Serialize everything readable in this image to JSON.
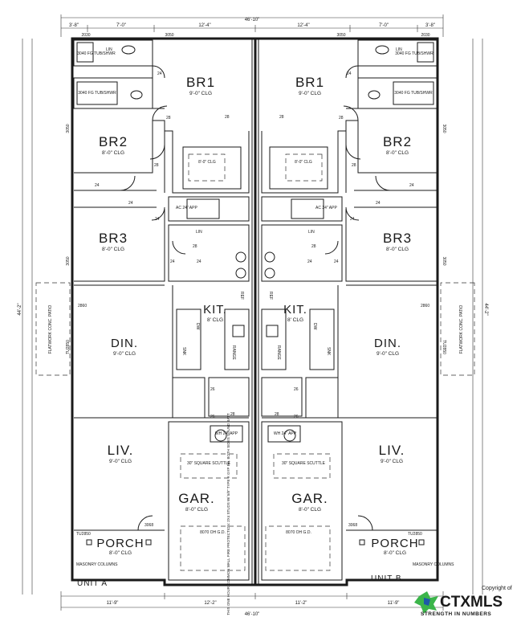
{
  "plan": {
    "overall_width": "46'-10\"",
    "overall_depth_left": "44'-2\"",
    "overall_depth_right": "44'-2\""
  },
  "top_dims": [
    "3'-8\"",
    "7'-0\"",
    "12'-4\"",
    "12'-4\"",
    "7'-0\"",
    "3'-8\""
  ],
  "bottom_dims": [
    "11'-9\"",
    "12'-2\"",
    "11'-2\"",
    "11'-9\""
  ],
  "units": {
    "left": {
      "unit_label": "UNIT A",
      "br1": "BR1",
      "br1_ceiling": "9'-0\" CLG",
      "br2": "BR2",
      "br2_ceiling": "8'-0\" CLG",
      "br3": "BR3",
      "br3_ceiling": "8'-0\" CLG",
      "kit": "KIT.",
      "kit_ceiling": "8' CLG",
      "din": "DIN.",
      "din_ceiling": "9'-0\" CLG",
      "liv": "LIV.",
      "liv_ceiling": "9'-0\" CLG",
      "gar": "GAR.",
      "gar_ceiling": "8'-0\" CLG",
      "porch": "PORCH",
      "porch_ceiling": "8'-0\" CLG",
      "patio": "FLATWORK CONC. PATIO",
      "masonry": "MASONRY COLUMNS",
      "garage_door": "8070 OH G.D.",
      "water_heater": "WH 24\" APP",
      "bath_ceiling": "8'-0\" CLG",
      "tub_upper": "3040 FG TUB/SHWR",
      "tub_lower": "3040 FG TUB/SHWR",
      "lin_upper": "LIN",
      "lin_lower": "LIN",
      "ac": "AC 24\" APP",
      "attic": "30\" SQUARE SCUTTLE",
      "range": "RANGE",
      "sink": "SNK",
      "dw": "DW",
      "ref": "REF",
      "window_top": "3050",
      "window_corner": "2030",
      "window_br2": "3050",
      "window_br3": "3050",
      "door_patio": "2860",
      "window_din": "TU2850",
      "window_porch": "TU2850",
      "front_door": "3068",
      "door_sizes": [
        "24",
        "24",
        "24",
        "24",
        "28",
        "28",
        "28",
        "28",
        "28",
        "24",
        "24",
        "26",
        "26"
      ]
    },
    "right": {
      "unit_label": "UNIT B",
      "br1": "BR1",
      "br1_ceiling": "9'-0\" CLG",
      "br2": "BR2",
      "br2_ceiling": "8'-0\" CLG",
      "br3": "BR3",
      "br3_ceiling": "8'-0\" CLG",
      "kit": "KIT.",
      "kit_ceiling": "8' CLG",
      "din": "DIN.",
      "din_ceiling": "9'-0\" CLG",
      "liv": "LIV.",
      "liv_ceiling": "9'-0\" CLG",
      "gar": "GAR.",
      "gar_ceiling": "8'-0\" CLG",
      "porch": "PORCH",
      "porch_ceiling": "8'-0\" CLG",
      "patio": "FLATWORK CONC. PATIO",
      "masonry": "MASONRY COLUMNS",
      "garage_door": "8070 OH G.D.",
      "water_heater": "WH 24\" APP",
      "bath_ceiling": "8'-0\" CLG",
      "tub_upper": "3040 FG TUB/SHWR",
      "tub_lower": "3040 FG TUB/SHWR",
      "lin_upper": "LIN",
      "lin_lower": "LIN",
      "ac": "AC 24\" APP",
      "attic": "30\" SQUARE SCUTTLE",
      "range": "RANGE",
      "sink": "SNK",
      "dw": "DW",
      "ref": "REF",
      "window_top": "3050",
      "window_corner": "2030",
      "window_br2": "3050",
      "window_br3": "3050",
      "door_patio": "2860",
      "window_din": "TU2850",
      "window_porch": "TU2850",
      "front_door": "3068",
      "door_sizes": [
        "24",
        "24",
        "24",
        "24",
        "28",
        "28",
        "28",
        "28",
        "28",
        "24",
        "24",
        "26",
        "26"
      ]
    }
  },
  "firewall_note": "THIS ONE HOUR COMMON WALL FIRE PROTECTION: 2X4 STUDS W/ 5/8\" TYPE X GYP BD. BOTH SIDES SOUND BATT",
  "watermark": {
    "copyright": "Copyright of",
    "brand": "CTXMLS",
    "tagline": "STRENGTH IN NUMBERS",
    "color_green": "#3bb54a",
    "color_blue": "#1d5aa8",
    "color_text": "#1f2a44"
  }
}
